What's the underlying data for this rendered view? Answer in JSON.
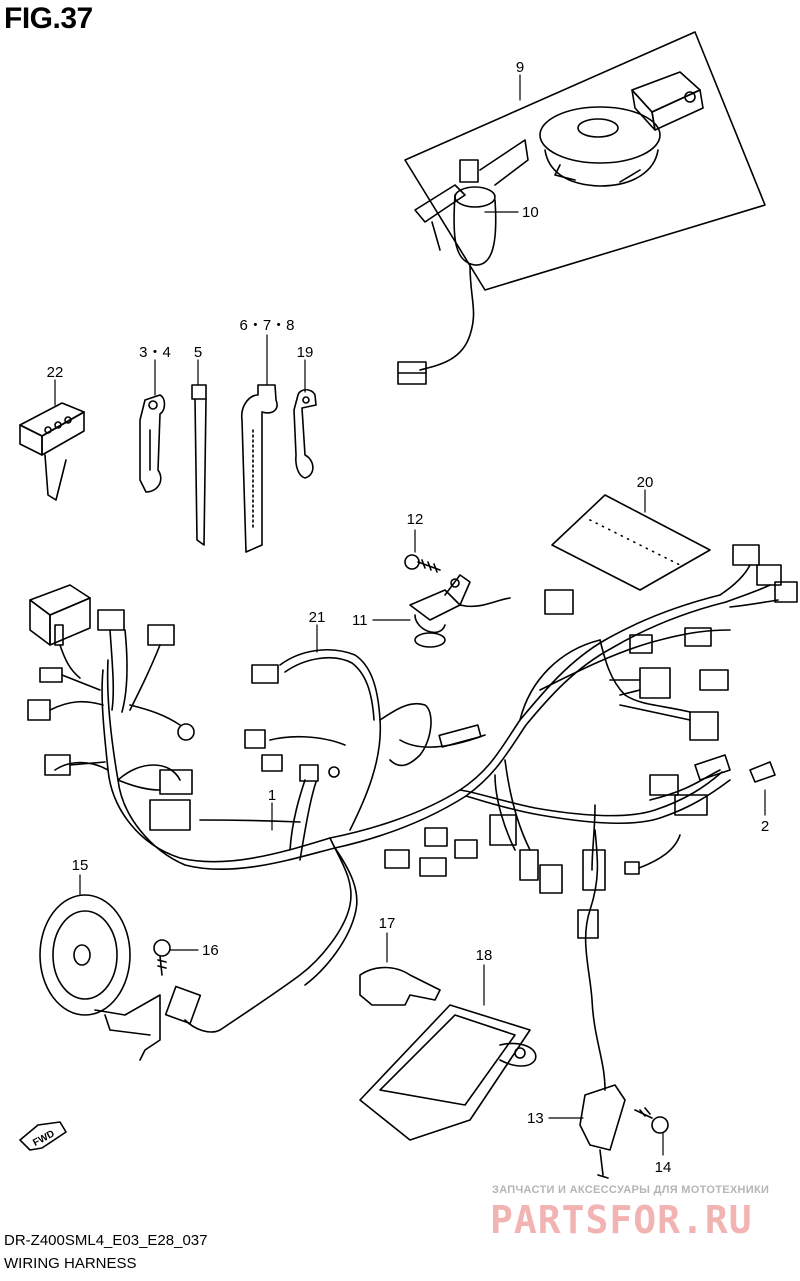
{
  "figure_label": "FIG.37",
  "footer": {
    "model_code": "DR-Z400SML4_E03_E28_037",
    "section_name": "WIRING HARNESS"
  },
  "watermark": {
    "tagline": "ЗАПЧАСТИ И АКСЕССУАРЫ ДЛЯ МОТОТЕХНИКИ",
    "brand": "PARTSFOR.RU"
  },
  "direction_marker": "FWD",
  "callouts": {
    "p1": "1",
    "p2": "2",
    "p3_4": "3・4",
    "p5": "5",
    "p6_7_8": "6・7・8",
    "p9": "9",
    "p10": "10",
    "p11": "11",
    "p12": "12",
    "p13": "13",
    "p14": "14",
    "p15": "15",
    "p16": "16",
    "p17": "17",
    "p18": "18",
    "p19": "19",
    "p20": "20",
    "p21": "21",
    "p22": "22"
  }
}
